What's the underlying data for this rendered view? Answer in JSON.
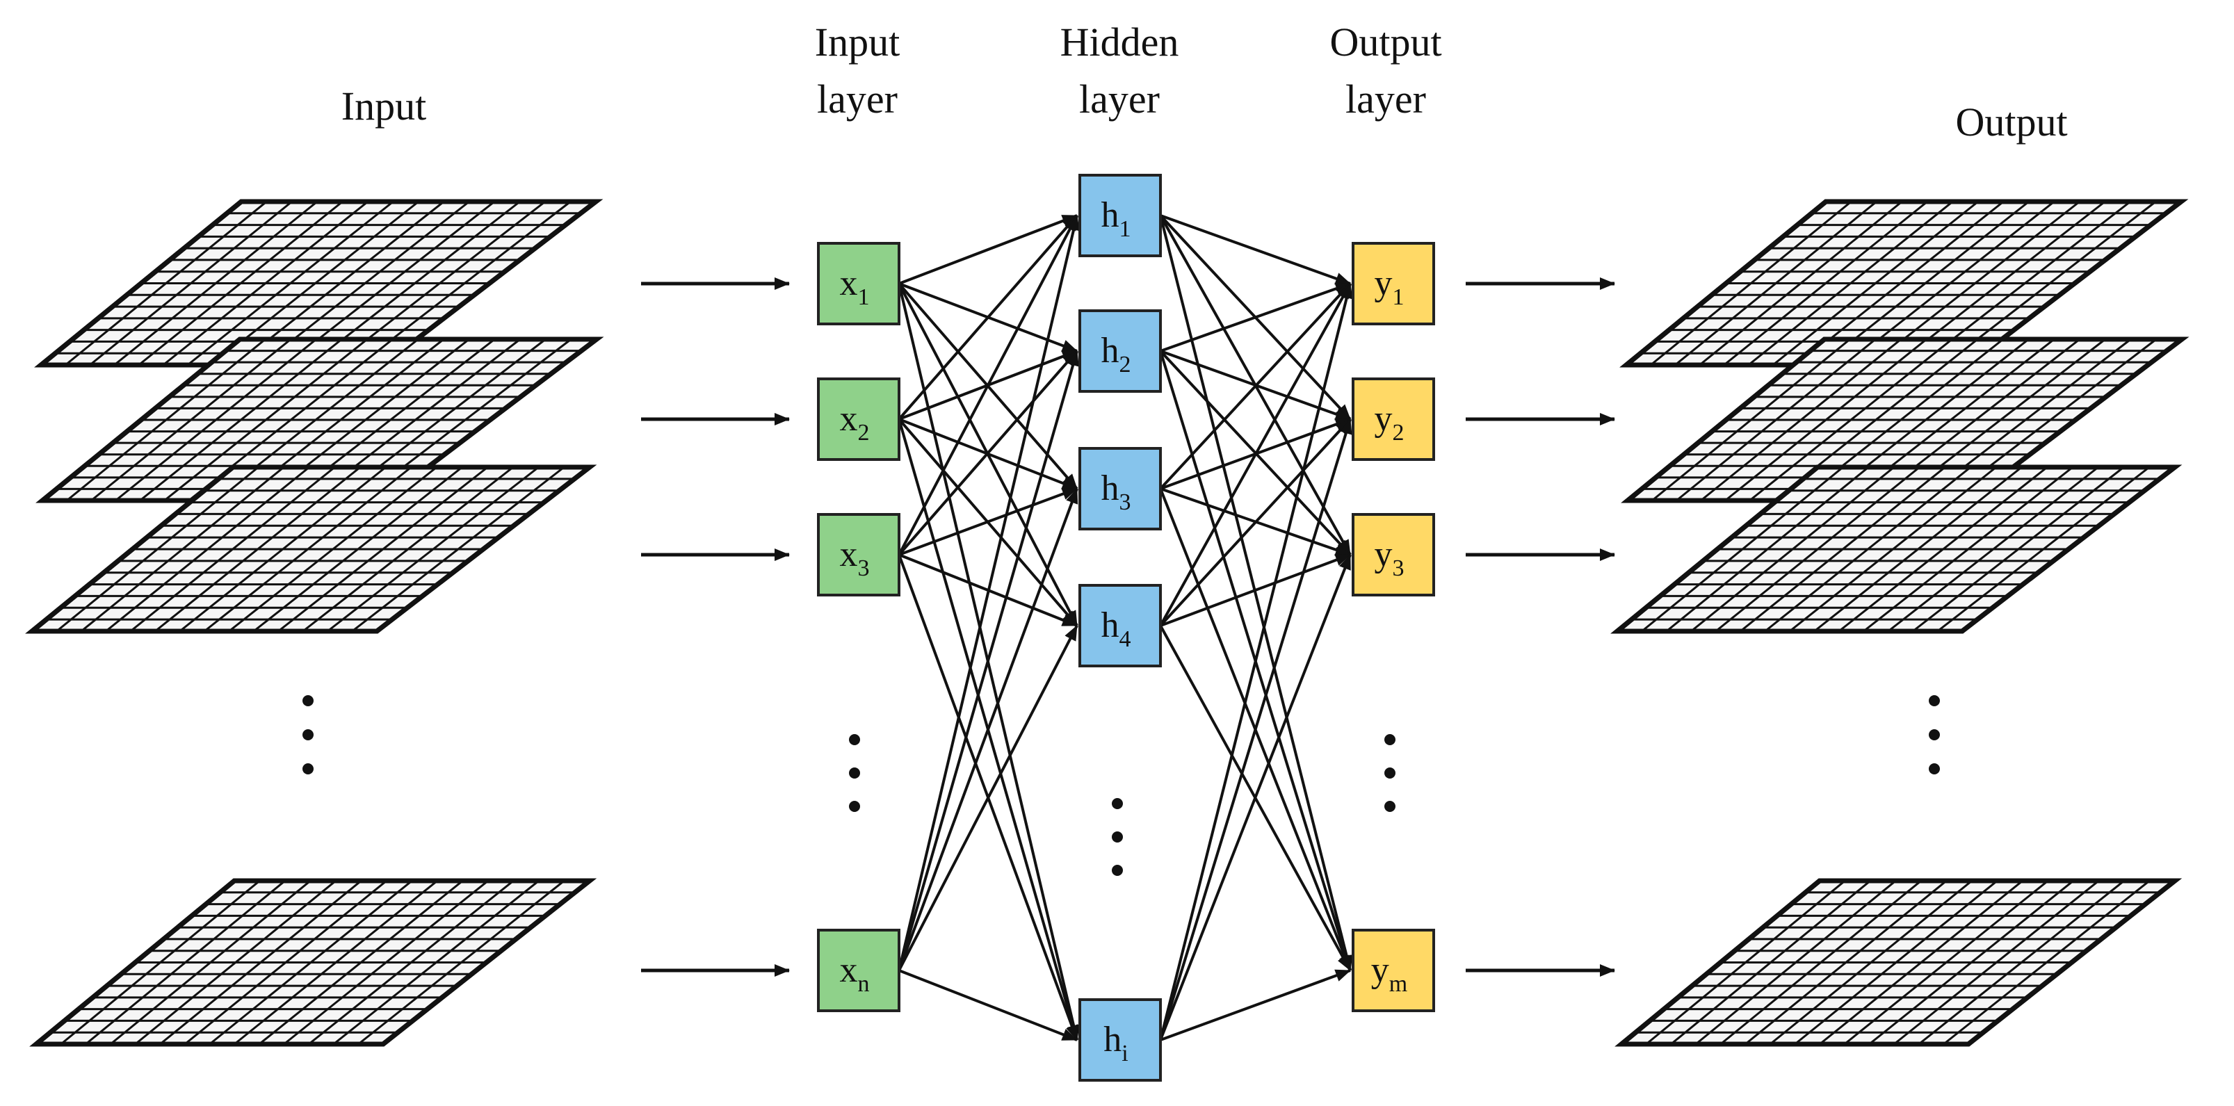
{
  "labels": {
    "input": "Input",
    "input_layer": [
      "Input",
      "layer"
    ],
    "hidden_layer": [
      "Hidden",
      "layer"
    ],
    "output_layer": [
      "Output",
      "layer"
    ],
    "output": "Output"
  },
  "colors": {
    "input_node": "#8fd18a",
    "hidden_node": "#86c4ec",
    "output_node": "#ffd966",
    "grid_fill": "#f6f6f6",
    "stroke": "#111111"
  },
  "input_nodes": [
    {
      "base": "x",
      "sub": "1"
    },
    {
      "base": "x",
      "sub": "2"
    },
    {
      "base": "x",
      "sub": "3"
    },
    {
      "base": "x",
      "sub": "n"
    }
  ],
  "hidden_nodes": [
    {
      "base": "h",
      "sub": "1"
    },
    {
      "base": "h",
      "sub": "2"
    },
    {
      "base": "h",
      "sub": "3"
    },
    {
      "base": "h",
      "sub": "4"
    },
    {
      "base": "h",
      "sub": "i"
    }
  ],
  "output_nodes": [
    {
      "base": "y",
      "sub": "1"
    },
    {
      "base": "y",
      "sub": "2"
    },
    {
      "base": "y",
      "sub": "3"
    },
    {
      "base": "y",
      "sub": "m"
    }
  ],
  "connections": "fully-connected"
}
